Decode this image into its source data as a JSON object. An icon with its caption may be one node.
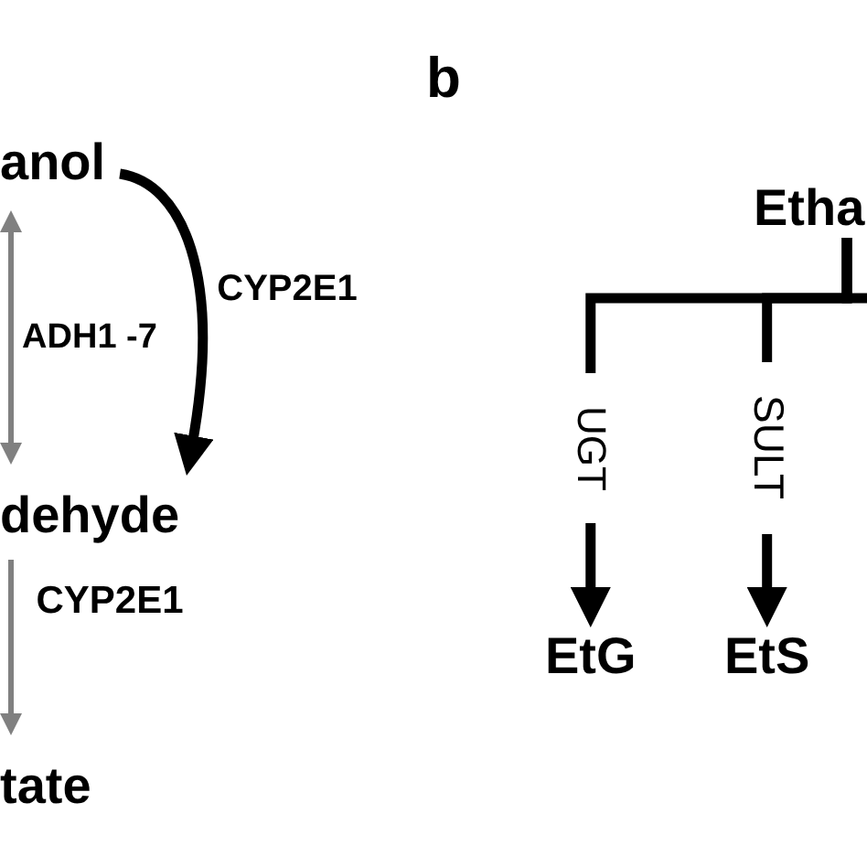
{
  "diagram": {
    "nodes": [
      {
        "text": [
          "anol"
        ]
      },
      {
        "text": [
          "dehyde"
        ]
      },
      {
        "text": [
          "tate"
        ]
      },
      {
        "text": [
          "Etha"
        ]
      },
      {
        "text": [
          "EtG"
        ]
      },
      {
        "text": [
          "EtS"
        ]
      }
    ],
    "edges": [
      {
        "from": 0,
        "to": 1,
        "arrow": "both",
        "label": "ADH1 -7",
        "color": "#808080"
      },
      {
        "from": 0,
        "to": 1,
        "arrow": "to",
        "label": "CYP2E1"
      },
      {
        "from": 1,
        "to": 2,
        "arrow": "to",
        "label": "CYP2E1",
        "color": "#808080"
      },
      {
        "from": 3,
        "to": 4,
        "arrow": "to",
        "label": "UGT"
      },
      {
        "from": 3,
        "to": 5,
        "arrow": "to",
        "label": "SULT"
      },
      {
        "from": 3,
        "to": null,
        "arrow": "none"
      }
    ],
    "labels": [
      "b"
    ]
  }
}
